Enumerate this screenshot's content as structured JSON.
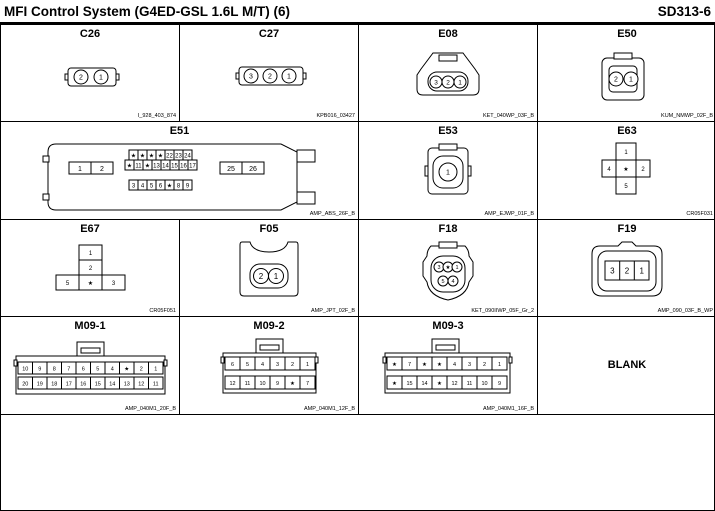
{
  "header": {
    "title": "MFI Control System (G4ED-GSL 1.6L M/T) (6)",
    "code": "SD313-6"
  },
  "connectors": {
    "c26": {
      "name": "C26",
      "part": "I_928_403_874",
      "pins": [
        "2",
        "1"
      ]
    },
    "c27": {
      "name": "C27",
      "part": "KPB016_03427",
      "pins": [
        "3",
        "2",
        "1"
      ]
    },
    "e08": {
      "name": "E08",
      "part": "KET_040WP_03F_B",
      "pins": [
        "3",
        "2",
        "1"
      ]
    },
    "e50": {
      "name": "E50",
      "part": "KUM_NMWP_02F_B",
      "pins": [
        "2",
        "1"
      ]
    },
    "e51": {
      "name": "E51",
      "part": "AMP_ABS_26F_B",
      "left": [
        "1",
        "2"
      ],
      "row1": [
        "★",
        "★",
        "★",
        "★",
        "22",
        "23",
        "24"
      ],
      "row2": [
        "★",
        "11",
        "★",
        "13",
        "14",
        "15",
        "16",
        "17"
      ],
      "row3": [
        "3",
        "4",
        "5",
        "6",
        "★",
        "8",
        "9"
      ],
      "right": [
        "25",
        "26"
      ]
    },
    "e53": {
      "name": "E53",
      "part": "AMP_EJWP_01F_B",
      "pins": [
        "1"
      ]
    },
    "e63": {
      "name": "E63",
      "part": "CR05F031",
      "pins": [
        "1",
        "4",
        "★",
        "2",
        "5"
      ]
    },
    "e67": {
      "name": "E67",
      "part": "CR05F051",
      "pins": [
        "1",
        "2",
        "5",
        "★",
        "3"
      ]
    },
    "f05": {
      "name": "F05",
      "part": "AMP_JPT_02F_B",
      "pins": [
        "2",
        "1"
      ]
    },
    "f18": {
      "name": "F18",
      "part": "KET_090IIWP_05F_Gr_2",
      "pins": [
        "3",
        "★",
        "1",
        "5",
        "4"
      ]
    },
    "f19": {
      "name": "F19",
      "part": "AMP_090_03F_B_WP",
      "pins": [
        "3",
        "2",
        "1"
      ]
    },
    "m09_1": {
      "name": "M09-1",
      "part": "AMP_040M1_20F_B",
      "row1": [
        "10",
        "9",
        "8",
        "7",
        "6",
        "5",
        "4",
        "★",
        "2",
        "1"
      ],
      "row2": [
        "20",
        "19",
        "18",
        "17",
        "16",
        "15",
        "14",
        "13",
        "12",
        "11"
      ]
    },
    "m09_2": {
      "name": "M09-2",
      "part": "AMP_040M1_12F_B",
      "row1": [
        "6",
        "5",
        "4",
        "3",
        "2",
        "1"
      ],
      "row2": [
        "12",
        "11",
        "10",
        "9",
        "★",
        "7"
      ]
    },
    "m09_3": {
      "name": "M09-3",
      "part": "AMP_040M1_16F_B",
      "row1": [
        "★",
        "7",
        "★",
        "★",
        "4",
        "3",
        "2",
        "1"
      ],
      "row2": [
        "★",
        "15",
        "14",
        "★",
        "12",
        "11",
        "10",
        "9"
      ]
    },
    "blank": {
      "label": "BLANK"
    }
  }
}
